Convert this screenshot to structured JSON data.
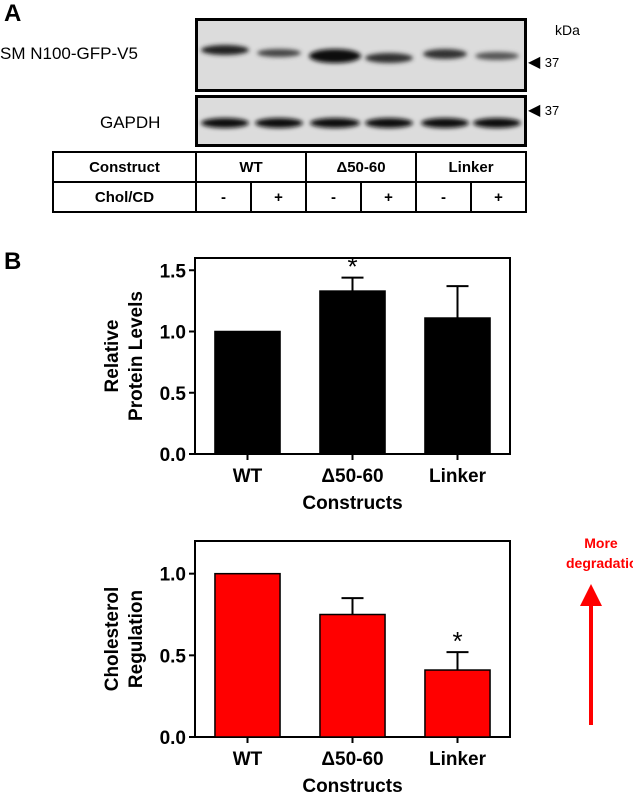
{
  "panel_a": {
    "letter": "A",
    "blot_label": "SM N100-GFP-V5",
    "gapdh_label": "GAPDH",
    "kda_label": "kDa",
    "marker_top": "37",
    "marker_bottom": "37",
    "table": {
      "header_label": "Construct",
      "groups": [
        "WT",
        "Δ50-60",
        "Linker"
      ],
      "treatment_label": "Chol/CD",
      "treatments": [
        "-",
        "+",
        "-",
        "+",
        "-",
        "+"
      ]
    }
  },
  "panel_b": {
    "letter": "B",
    "arrow_text": [
      "More",
      "degradation"
    ]
  },
  "chart_data": [
    {
      "type": "bar",
      "categories": [
        "WT",
        "Δ50-60",
        "Linker"
      ],
      "values": [
        1.0,
        1.33,
        1.11
      ],
      "errors": [
        0,
        0.11,
        0.26
      ],
      "significance": [
        "",
        "*",
        ""
      ],
      "color": "#000000",
      "ylabel": [
        "Relative",
        "Protein Levels"
      ],
      "xlabel": "Constructs",
      "ylim": [
        0,
        1.6
      ],
      "yticks": [
        "0.0",
        "0.5",
        "1.0",
        "1.5"
      ]
    },
    {
      "type": "bar",
      "categories": [
        "WT",
        "Δ50-60",
        "Linker"
      ],
      "values": [
        1.0,
        0.75,
        0.41
      ],
      "errors": [
        0,
        0.1,
        0.11
      ],
      "significance": [
        "",
        "",
        "*"
      ],
      "color": "#ff0000",
      "ylabel": [
        "Cholesterol",
        "Regulation"
      ],
      "xlabel": "Constructs",
      "ylim": [
        0,
        1.2
      ],
      "yticks": [
        "0.0",
        "0.5",
        "1.0"
      ]
    }
  ]
}
